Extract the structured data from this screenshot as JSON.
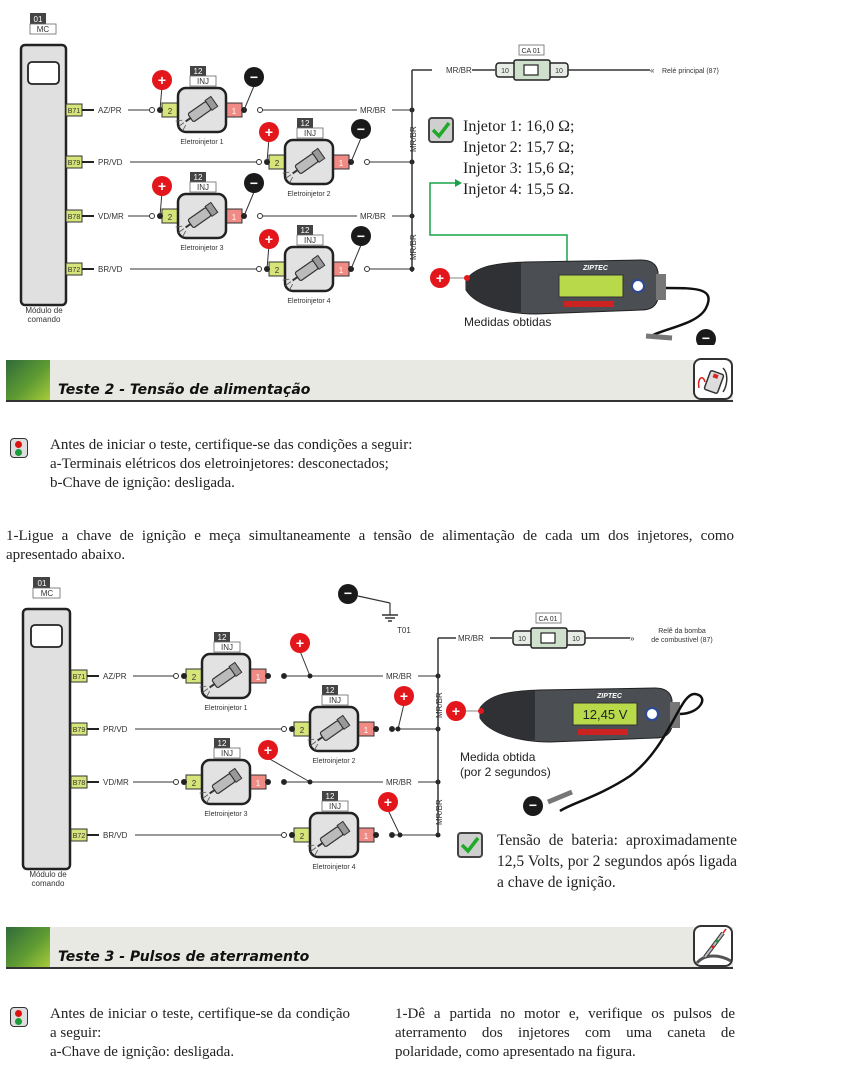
{
  "diagram1": {
    "module_num": "01",
    "module_code": "MC",
    "module_label_line1": "Módulo de",
    "module_label_line2": "comando",
    "pins": [
      "B71",
      "B79",
      "B78",
      "B72"
    ],
    "wires": [
      "AZ/PR",
      "PR/VD",
      "VD/MR",
      "BR/VD"
    ],
    "injectors": [
      {
        "num": "12",
        "code": "INJ",
        "name": "Eletroinjetor 1",
        "pin2": "2",
        "pin1": "1"
      },
      {
        "num": "12",
        "code": "INJ",
        "name": "Eletroinjetor 2",
        "pin2": "2",
        "pin1": "1"
      },
      {
        "num": "12",
        "code": "INJ",
        "name": "Eletroinjetor 3",
        "pin2": "2",
        "pin1": "1"
      },
      {
        "num": "12",
        "code": "INJ",
        "name": "Eletroinjetor 4",
        "pin2": "2",
        "pin1": "1"
      }
    ],
    "bus_label": "MR/BR",
    "fuse_code": "CA 01",
    "fuse_left": "10",
    "fuse_right": "10",
    "relay": "Relé principal (87)",
    "meter_brand": "ZIPTEC",
    "meter_reading": "",
    "meter_caption": "Medidas obtidas",
    "plus": "+",
    "minus": "−"
  },
  "results1": [
    "Injetor 1: 16,0 Ω;",
    "Injetor 2: 15,7 Ω;",
    "Injetor 3: 15,6 Ω;",
    "Injetor 4: 15,5 Ω."
  ],
  "section2": {
    "title": "Teste 2 - Tensão de alimentação",
    "pre_lines": [
      "Antes de iniciar o teste, certifique-se das condições a seguir:",
      "a-Terminais elétricos dos eletroinjetores: desconectados;",
      "b-Chave de ignição: desligada."
    ],
    "step": "1-Ligue a chave de ignição e meça simultaneamente a tensão de alimentação de cada um dos injetores, como apresentado abaixo."
  },
  "diagram2": {
    "module_num": "01",
    "module_code": "MC",
    "module_label_line1": "Módulo de",
    "module_label_line2": "comando",
    "pins": [
      "B71",
      "B79",
      "B78",
      "B72"
    ],
    "wires": [
      "AZ/PR",
      "PR/VD",
      "VD/MR",
      "BR/VD"
    ],
    "injectors": [
      {
        "num": "12",
        "code": "INJ",
        "name": "Eletroinjetor 1",
        "pin2": "2",
        "pin1": "1"
      },
      {
        "num": "12",
        "code": "INJ",
        "name": "Eletroinjetor 2",
        "pin2": "2",
        "pin1": "1"
      },
      {
        "num": "12",
        "code": "INJ",
        "name": "Eletroinjetor 3",
        "pin2": "2",
        "pin1": "1"
      },
      {
        "num": "12",
        "code": "INJ",
        "name": "Eletroinjetor 4",
        "pin2": "2",
        "pin1": "1"
      }
    ],
    "bus_label": "MR/BR",
    "ground": "T01",
    "fuse_code": "CA 01",
    "fuse_left": "10",
    "fuse_right": "10",
    "relay_line1": "Relê da bomba",
    "relay_line2": "de combustível (87)",
    "meter_brand": "ZIPTEC",
    "meter_reading": "12,45 V",
    "meter_caption_line1": "Medida obtida",
    "meter_caption_line2": "(por 2 segundos)",
    "plus": "+",
    "minus": "−"
  },
  "result2": "Tensão de bateria: aproximadamente 12,5 Volts, por 2 segundos após ligada a chave de ignição.",
  "section3": {
    "title": "Teste 3 - Pulsos de aterramento",
    "pre_text": "Antes de iniciar o teste, certifique-se da condição a seguir:",
    "pre_item": "a-Chave de ignição: desligada.",
    "step": "1-Dê a partida no motor e, verifique os pulsos de aterramento dos injetores com uma caneta de polaridade, como apresentado na figura."
  },
  "colors": {
    "plus": "#e3161b",
    "minus": "#1a1a1a",
    "pin2": "#d6e47a",
    "pin1": "#f08a84",
    "lcd": "#b8d94a",
    "probe_line": "#1aa24a",
    "check": "#1faa2a"
  }
}
